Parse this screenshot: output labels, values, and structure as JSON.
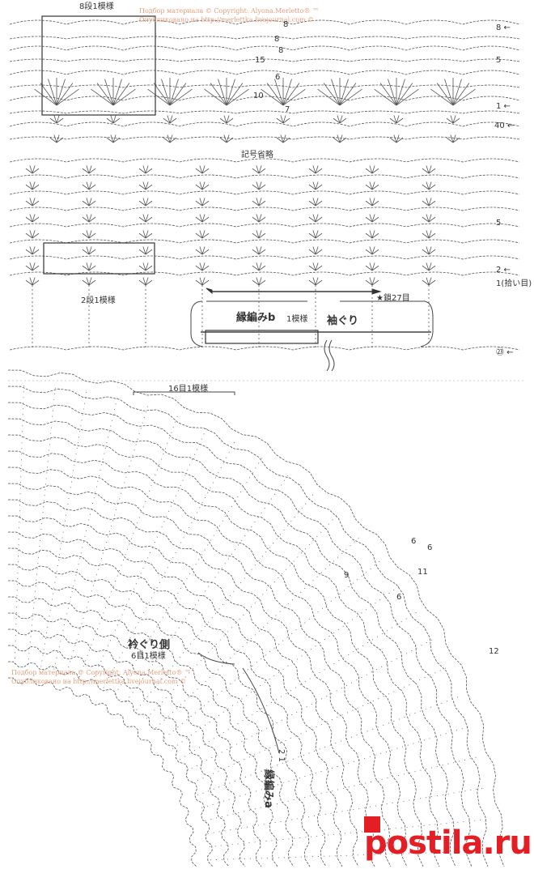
{
  "watermark_top": {
    "line1": "Подбор материала © Copyright:  Alyona.Merletto® ™",
    "line2": "Опубликовано на http://merlettka.livejournal.com ©"
  },
  "watermark_bottom": {
    "line1": "Подбор материала © Copyright:  Alyona.Merletto® ™",
    "line2": "Опубликовано на http://merlettka.livejournal.com ©"
  },
  "top_chart": {
    "repeat_label": "8段1模様",
    "row_markers": {
      "r8": "8 ←",
      "r5": "5",
      "r1": "1 ←",
      "r40": "40 ←"
    },
    "inline_numbers": {
      "a": "8",
      "b": "8",
      "c": "8",
      "d": "15",
      "e": "6",
      "f": "10",
      "g": "7"
    }
  },
  "middle_chart": {
    "omit_label": "記号省略",
    "repeat_label": "2段1模様",
    "row_markers": {
      "r5": "5",
      "r2": "2 ←",
      "r1": "1(拾い目) ←",
      "r23": "㉓ ←"
    },
    "chain_label": "★鎖27目",
    "edging_b_label": "縁編みb",
    "edging_b_repeat": "1模様",
    "armhole_label": "袖ぐり"
  },
  "yoke_chart": {
    "repeat_label": "16目1模様",
    "neckline_label": "衿ぐり側",
    "neckline_repeat": "6目1模様",
    "edging_a_label": "縁編みa",
    "edging_a_rows": "2 1",
    "numbers": {
      "n1": "6",
      "n2": "6",
      "n3": "11",
      "n4": "9",
      "n5": "6",
      "n6": "12"
    }
  },
  "brand": {
    "logo_text": "postila.ru"
  },
  "colors": {
    "ink": "#444444",
    "watermark": "#e6a080",
    "brand": "#e31e24"
  }
}
